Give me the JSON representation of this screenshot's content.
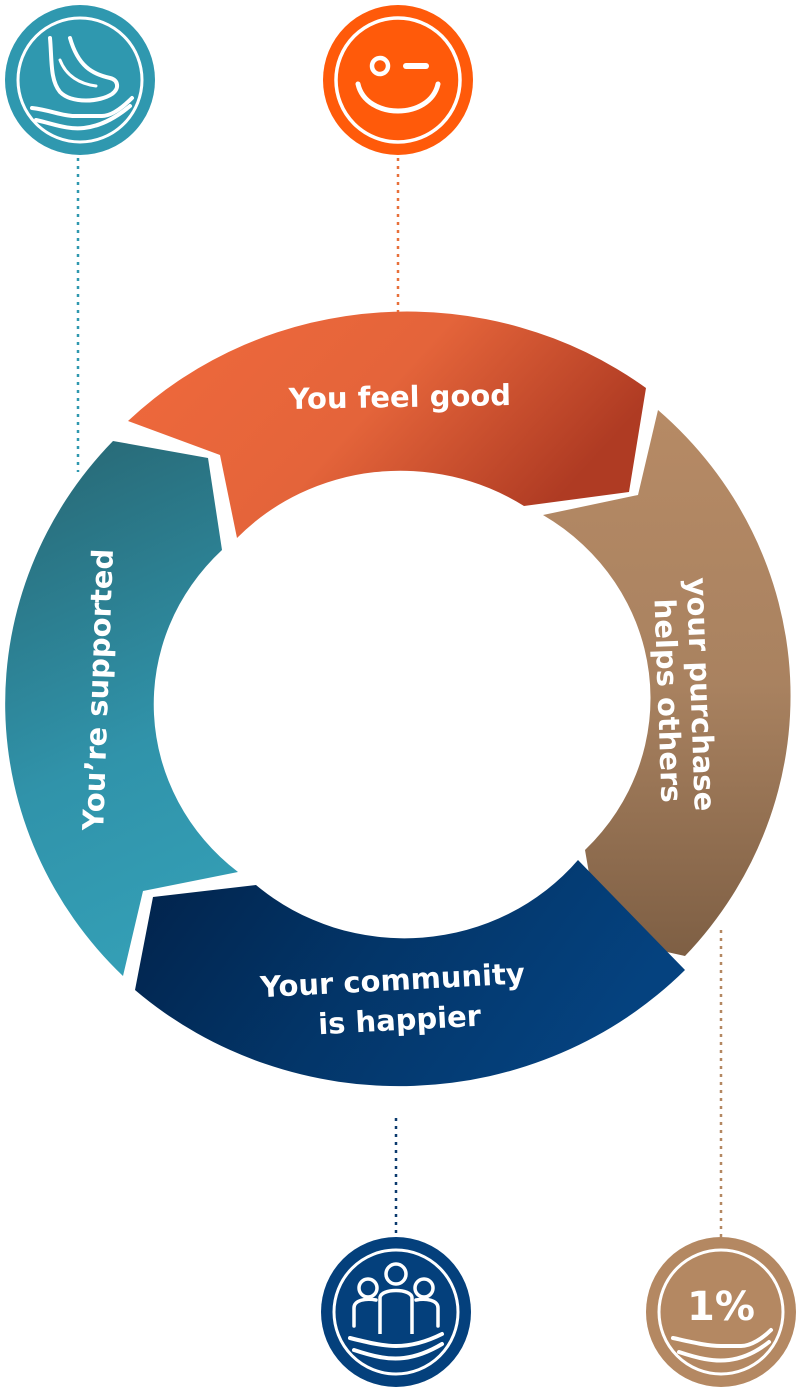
{
  "cycle": {
    "segments": [
      {
        "id": "you-feel-good",
        "label_lines": [
          "You feel good"
        ],
        "color_start": "#EE6A3F",
        "color_end": "#B53D23",
        "icon": "smiley-wink-icon",
        "icon_color": "#FF5A0A",
        "connector_color": "#E8703A"
      },
      {
        "id": "your-purchase-helps-others",
        "label_lines": [
          "your purchase",
          "helps others"
        ],
        "color_start": "#B48864",
        "color_end": "#86664A",
        "icon": "one-percent-hand-icon",
        "icon_text": "1%",
        "icon_color": "#B48862",
        "connector_color": "#B48862"
      },
      {
        "id": "your-community-is-happier",
        "label_lines": [
          "Your community",
          "is happier"
        ],
        "color_start": "#02254E",
        "color_end": "#04407C",
        "icon": "community-people-hand-icon",
        "icon_color": "#04407C",
        "connector_color": "#0B3A6E"
      },
      {
        "id": "youre-supported",
        "label_lines": [
          "You’re supported"
        ],
        "color_start": "#2A6E7C",
        "color_end": "#3399B0",
        "icon": "foot-hand-icon",
        "icon_color": "#2F98AF",
        "connector_color": "#2F98AF"
      }
    ]
  }
}
